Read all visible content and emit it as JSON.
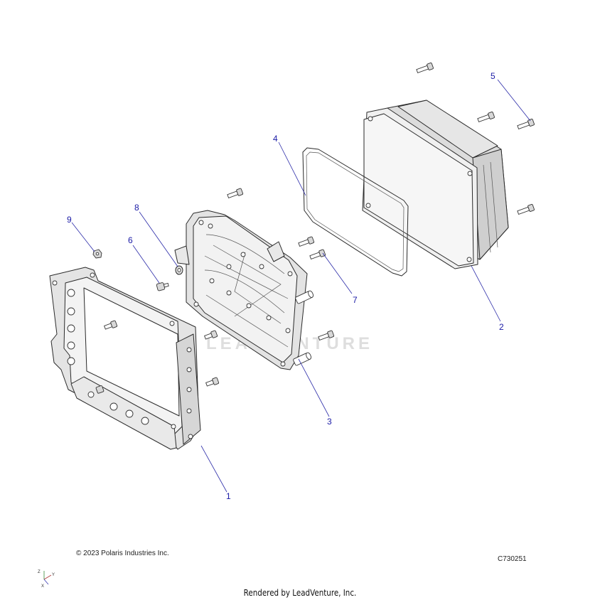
{
  "diagram": {
    "callouts": {
      "c1": "1",
      "c2": "2",
      "c3": "3",
      "c4": "4",
      "c5": "5",
      "c6": "6",
      "c7": "7",
      "c8": "8",
      "c9": "9"
    },
    "watermark": "LEADVENTURE",
    "axis_labels": {
      "z": "Z",
      "y": "Y",
      "x": "X"
    }
  },
  "footer": {
    "copyright": "© 2023 Polaris Industries Inc.",
    "diagram_code": "C730251",
    "render_credit": "Rendered by LeadVenture, Inc."
  },
  "colors": {
    "callout_blue": "#1a1aa6",
    "part_fill": "#f1f1f1",
    "part_shade": "#dcdcdc",
    "outline": "#2a2a2a"
  }
}
